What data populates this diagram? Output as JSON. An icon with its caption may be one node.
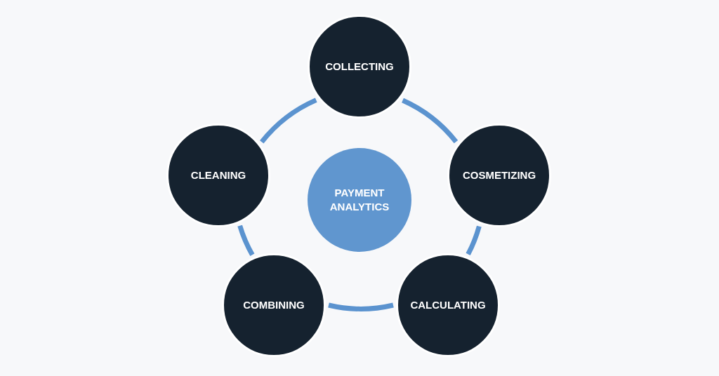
{
  "diagram": {
    "nodes": [
      {
        "text": [
          "PAYMENT ANALYTICS"
        ]
      },
      {
        "text": [
          "COLLECTING"
        ]
      },
      {
        "text": [
          "COSMETIZING"
        ]
      },
      {
        "text": [
          "CALCULATING"
        ]
      },
      {
        "text": [
          "COMBINING"
        ]
      },
      {
        "text": [
          "CLEANING"
        ]
      }
    ],
    "edges": [
      {
        "from": 1,
        "to": 2,
        "arrow": "none"
      },
      {
        "from": 2,
        "to": 3,
        "arrow": "none"
      },
      {
        "from": 3,
        "to": 4,
        "arrow": "none"
      },
      {
        "from": 4,
        "to": 5,
        "arrow": "none"
      },
      {
        "from": 5,
        "to": 1,
        "arrow": "none"
      }
    ]
  }
}
